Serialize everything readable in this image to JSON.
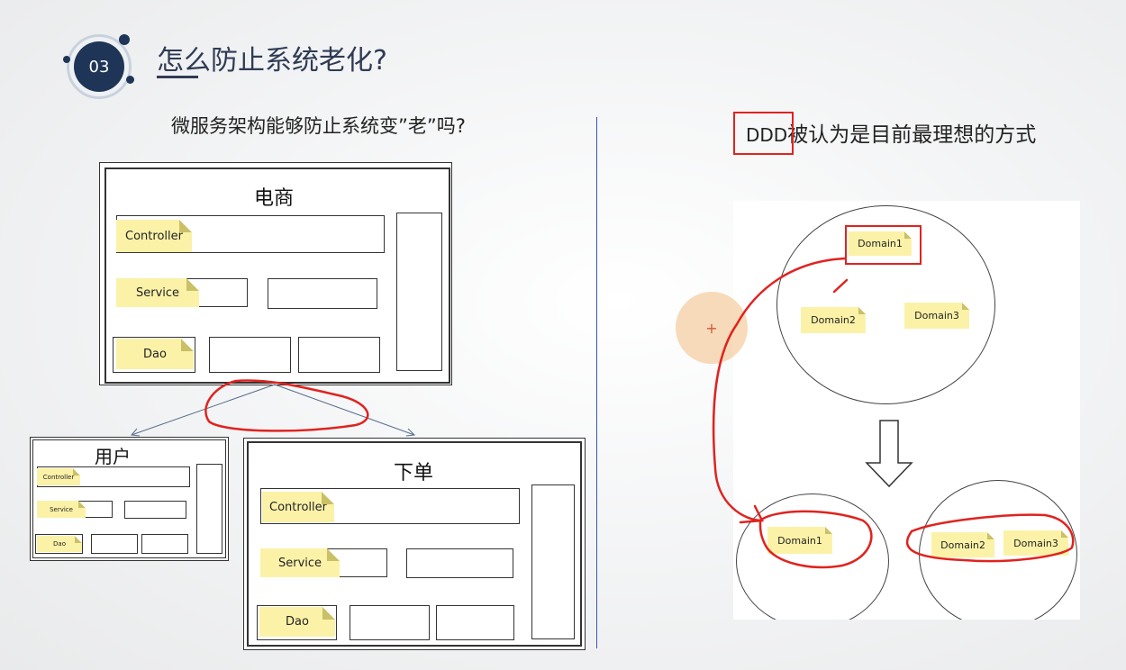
{
  "header": {
    "number": "03",
    "title": "怎么防止系统老化?"
  },
  "left": {
    "subtitle": "微服务架构能够防止系统变”老”吗?",
    "main_module": {
      "title": "电商",
      "notes": [
        "Controller",
        "Service",
        "Dao"
      ]
    },
    "user_module": {
      "title": "用户",
      "notes": [
        "Controller",
        "Service",
        "Dao"
      ]
    },
    "order_module": {
      "title": "下单",
      "notes": [
        "Controller",
        "Service",
        "Dao"
      ]
    }
  },
  "right": {
    "subtitle_highlight": "DDD",
    "subtitle_rest": "被认为是目前最理想的方式",
    "top_domains": [
      "Domain1",
      "Domain2",
      "Domain3"
    ],
    "bottom_left_domains": [
      "Domain1"
    ],
    "bottom_right_domains": [
      "Domain2",
      "Domain3"
    ],
    "cursor_symbol": "+"
  },
  "colors": {
    "accent": "#1f3557",
    "annotation": "#e0231f",
    "note": "#fbf2a8"
  }
}
